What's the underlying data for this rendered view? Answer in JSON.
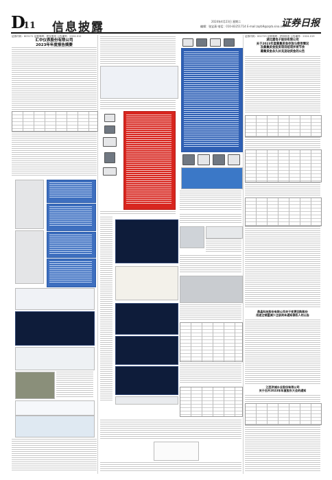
{
  "masthead": {
    "section_letter": "D",
    "page_number": "11",
    "section_title": "信息披露",
    "date_line": "2024年4月23日 星期二",
    "editor_line": "编辑：张宝清  电话：010-83251714  E-mail:zqrb9@zqrb.sina.net",
    "newspaper_logo": "证券日报"
  },
  "articles": {
    "company_report": {
      "header_line": "证券代码：603171  证券简称：税友股份  公告编号：2024-012",
      "title_line1": "汇中仪表股份有限公司",
      "title_line2": "2023年年度报告摘要"
    },
    "right_top": {
      "header_line": "证券代码：002729  证券简称：好利科技  公告编号：2024-019",
      "title_lines": [
        "湖北建电子股份有限公司",
        "关于2023年度募集资金存放与使用情况",
        "及募集资金投资项目结项并将节余",
        "募集资金永久补充流动资金的公告"
      ]
    },
    "right_middle": {
      "title_lines": [
        "鼎晶科技股份有限公司关于变更回购股份",
        "用途注销暨减少注册资本通知债权人的公告"
      ]
    },
    "right_bottom": {
      "title_lines": [
        "江西洪城水业股份有限公司",
        "关于召开2023年年度股东大会的通知"
      ]
    }
  },
  "colors": {
    "accent_red": "#d8261f",
    "accent_blue": "#3e6fbf",
    "dark_panel": "#0e1c3a",
    "rule": "#111111"
  }
}
